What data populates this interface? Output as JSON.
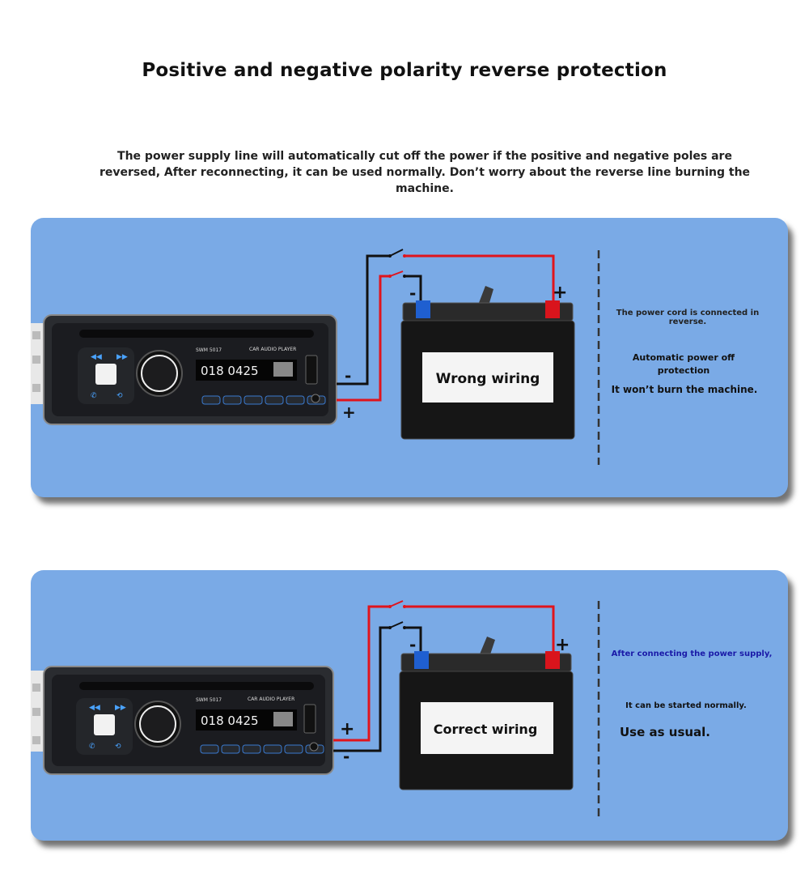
{
  "header": {
    "title": "Positive and negative polarity reverse protection",
    "description": "The power supply line will automatically cut off the power if the positive and negative poles are reversed, After reconnecting, it can be used normally. Don’t worry about the reverse line burning the machine."
  },
  "radio": {
    "model": "SWM  5017",
    "brand_label": "CAR AUDIO PLAYER",
    "display_text": "018 0425"
  },
  "panel_wrong": {
    "battery_label": "Wrong wiring",
    "note_1": "The power cord is connected in reverse.",
    "note_2": "Automatic power off protection",
    "note_3": "It won’t burn the machine.",
    "radio_sign_top": "-",
    "radio_sign_bottom": "+",
    "battery_left_sign": "-",
    "battery_right_sign": "+"
  },
  "panel_correct": {
    "battery_label": "Correct wiring",
    "note_1": "After connecting the power supply,",
    "note_2": "It can be started normally.",
    "note_3": "Use as usual.",
    "radio_sign_top": "+",
    "radio_sign_bottom": "-",
    "battery_left_sign": "-",
    "battery_right_sign": "+"
  },
  "colors": {
    "panel": "#7aaae6",
    "wire_red": "#e0141c",
    "wire_black": "#111111",
    "terminal_blue": "#1f5fd0",
    "terminal_red": "#d9141c",
    "note_blue": "#1a1aa8"
  }
}
